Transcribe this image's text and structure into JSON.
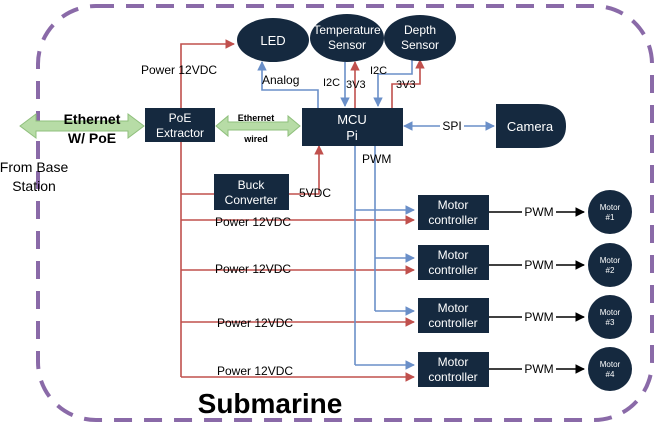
{
  "title": "Submarine",
  "nodes": {
    "led": "LED",
    "temp_line1": "Temperature",
    "temp_line2": "Sensor",
    "depth_line1": "Depth",
    "depth_line2": "Sensor",
    "poe_line1": "PoE",
    "poe_line2": "Extractor",
    "mcu_line1": "MCU",
    "mcu_line2": "Pi",
    "camera": "Camera",
    "buck_line1": "Buck",
    "buck_line2": "Converter",
    "mc_line1": "Motor",
    "mc_line2": "controller",
    "motor1_line1": "Motor",
    "motor1_line2": "#1",
    "motor2_line1": "Motor",
    "motor2_line2": "#2",
    "motor3_line1": "Motor",
    "motor3_line2": "#3",
    "motor4_line1": "Motor",
    "motor4_line2": "#4"
  },
  "labels": {
    "ethernet_poe_line1": "Ethernet",
    "ethernet_poe_line2": "W/ PoE",
    "from_base_line1": "From Base",
    "from_base_line2": "Station",
    "ethernet_wired_line1": "Ethernet",
    "ethernet_wired_line2": "wired",
    "power_12v": "Power 12VDC",
    "analog": "Analog",
    "i2c": "I2C",
    "v3v3": "3V3",
    "spi": "SPI",
    "pwm": "PWM",
    "v5vdc": "5VDC"
  },
  "colors": {
    "node_fill": "#15293f",
    "power_line": "#c0504d",
    "signal_line": "#6a8fc8",
    "ethernet_arrow": "#b7dca6",
    "border_dash": "#8a6aa8"
  }
}
